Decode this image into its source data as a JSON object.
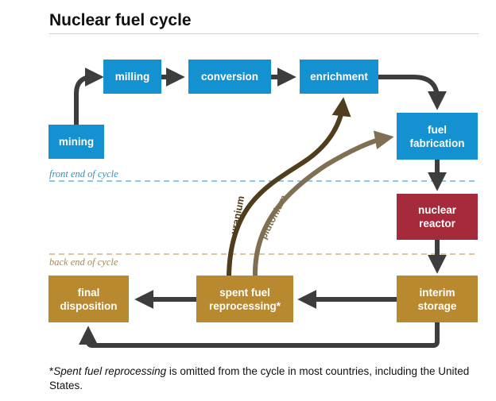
{
  "title": "Nuclear fuel cycle",
  "regions": {
    "front": "front end of cycle",
    "back": "back end of cycle"
  },
  "stages": {
    "mining": "mining",
    "milling": "milling",
    "conversion": "conversion",
    "enrichment": "enrichment",
    "fuel_fabrication": "fuel\nfabrication",
    "nuclear_reactor": "nuclear\nreactor",
    "interim_storage": "interim\nstorage",
    "spent_fuel_reprocessing": "spent fuel\nreprocessing*",
    "final_disposition": "final\ndisposition"
  },
  "flows": {
    "uranium": "uranium",
    "plutonium": "plutonium"
  },
  "footnote": {
    "marker": "*",
    "term": "Spent fuel reprocessing",
    "text": " is omitted from the cycle in most countries, including the United States."
  },
  "colors": {
    "front_end_stage": "#1391d1",
    "reactor": "#a52a3a",
    "back_end_stage": "#b8892f",
    "uranium_flow": "#4f3d1e",
    "plutonium_flow": "#7f6f53",
    "arrow": "#3d3d3d"
  }
}
